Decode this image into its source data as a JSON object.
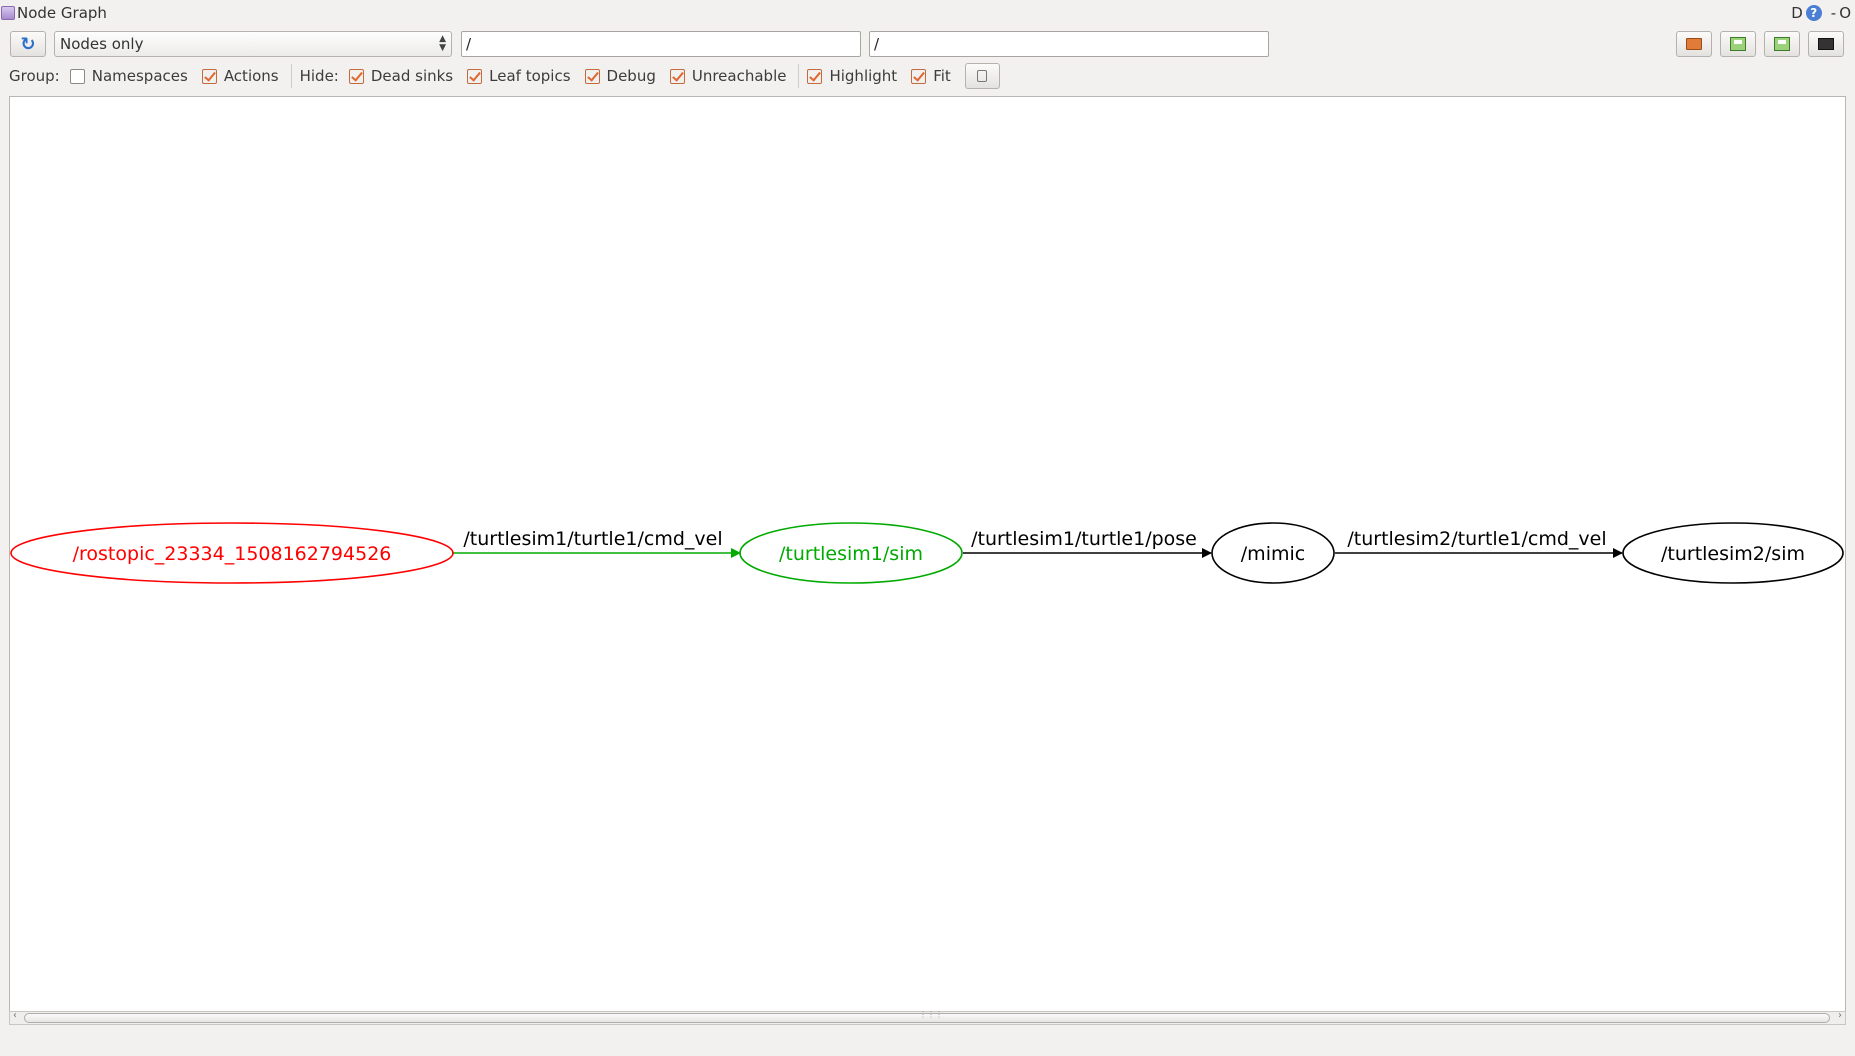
{
  "window": {
    "title": "Node Graph",
    "right_letter": "D",
    "help": "?",
    "minimize": "-",
    "close": "O"
  },
  "toolbar": {
    "refresh_glyph": "↻",
    "mode_select": "Nodes only",
    "filter_ns": "/",
    "filter_topic": "/",
    "icons": [
      "folder-open-icon",
      "save-dot-icon",
      "save-svg-icon",
      "screenshot-icon"
    ]
  },
  "options": {
    "group_label": "Group:",
    "namespaces": {
      "label": "Namespaces",
      "checked": false
    },
    "actions": {
      "label": "Actions",
      "checked": true
    },
    "hide_label": "Hide:",
    "dead_sinks": {
      "label": "Dead sinks",
      "checked": true
    },
    "leaf_topics": {
      "label": "Leaf topics",
      "checked": true
    },
    "debug": {
      "label": "Debug",
      "checked": true
    },
    "unreachable": {
      "label": "Unreachable",
      "checked": true
    },
    "highlight": {
      "label": "Highlight",
      "checked": true
    },
    "fit": {
      "label": "Fit",
      "checked": true
    }
  },
  "graph": {
    "nodes": [
      {
        "id": "n1",
        "label": "/rostopic_23334_1508162794526",
        "color": "#ff0000"
      },
      {
        "id": "n2",
        "label": "/turtlesim1/sim",
        "color": "#00aa00"
      },
      {
        "id": "n3",
        "label": "/mimic",
        "color": "#000000"
      },
      {
        "id": "n4",
        "label": "/turtlesim2/sim",
        "color": "#000000"
      }
    ],
    "edges": [
      {
        "label": "/turtlesim1/turtle1/cmd_vel",
        "color": "#00aa00"
      },
      {
        "label": "/turtlesim1/turtle1/pose",
        "color": "#000000"
      },
      {
        "label": "/turtlesim2/turtle1/cmd_vel",
        "color": "#000000"
      }
    ]
  },
  "scrollbar": {
    "grip": "⋮⋮⋮"
  }
}
